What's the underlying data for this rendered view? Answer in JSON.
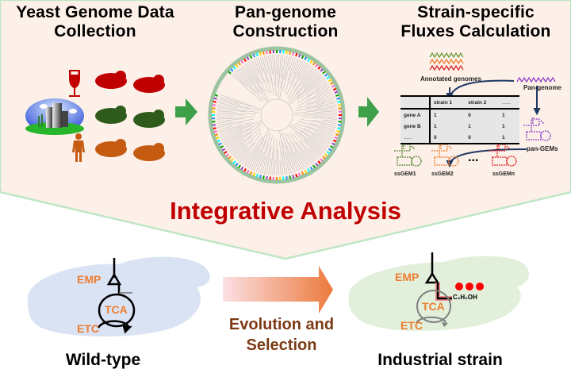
{
  "sections": {
    "collection": {
      "title_line1": "Yeast Genome Data",
      "title_line2": "Collection"
    },
    "construction": {
      "title_line1": "Pan-genome",
      "title_line2": "Construction"
    },
    "fluxes": {
      "title_line1": "Strain-specific",
      "title_line2": "Fluxes Calculation"
    }
  },
  "sources": {
    "icons": [
      "wine-glass-icon",
      "industrial-landscape-icon",
      "person-icon"
    ],
    "yeast_colors": [
      "#c00000",
      "#2e5a1c",
      "#c55a11"
    ]
  },
  "flux_panel": {
    "annotated_genomes_label": "Annotated genomes",
    "pan_genome_label": "Pan-genome",
    "pan_gems_label": "pan-GEMs",
    "genome_colors": [
      "#6a9a3a",
      "#ed7d31",
      "#d62728"
    ],
    "pan_color": "#8e44c8",
    "table": {
      "headers": [
        "",
        "strain 1",
        "strain 2",
        "......"
      ],
      "rows": [
        [
          "gene A",
          "1",
          "0",
          "1"
        ],
        [
          "gene B",
          "1",
          "1",
          "1"
        ],
        [
          "......",
          "0",
          "0",
          "1"
        ]
      ]
    },
    "models": [
      {
        "label": "ssGEM1",
        "color": "#548235"
      },
      {
        "label": "ssGEM2",
        "color": "#ed7d31"
      },
      {
        "label": "ssGEMn",
        "color": "#e0201e"
      }
    ],
    "ellipsis": "..."
  },
  "integrative_title": "Integrative Analysis",
  "evolution": {
    "line1": "Evolution and",
    "line2": "Selection"
  },
  "wild_type": {
    "title": "Wild-type",
    "emp": "EMP",
    "tca": "TCA",
    "etc": "ETC",
    "cell_color": "#dae3f3"
  },
  "industrial": {
    "title": "Industrial strain",
    "emp": "EMP",
    "tca": "TCA",
    "etc": "ETC",
    "product": "C₂H₅OH",
    "cell_color": "#e2efda"
  },
  "colors": {
    "top_bg": "#fdf0e8",
    "top_border": "#bfe6c4",
    "arrow_green": "#3fa04a",
    "title_red": "#c00000",
    "evo_brown": "#7b3a14",
    "path_orange": "#ed7d31"
  }
}
